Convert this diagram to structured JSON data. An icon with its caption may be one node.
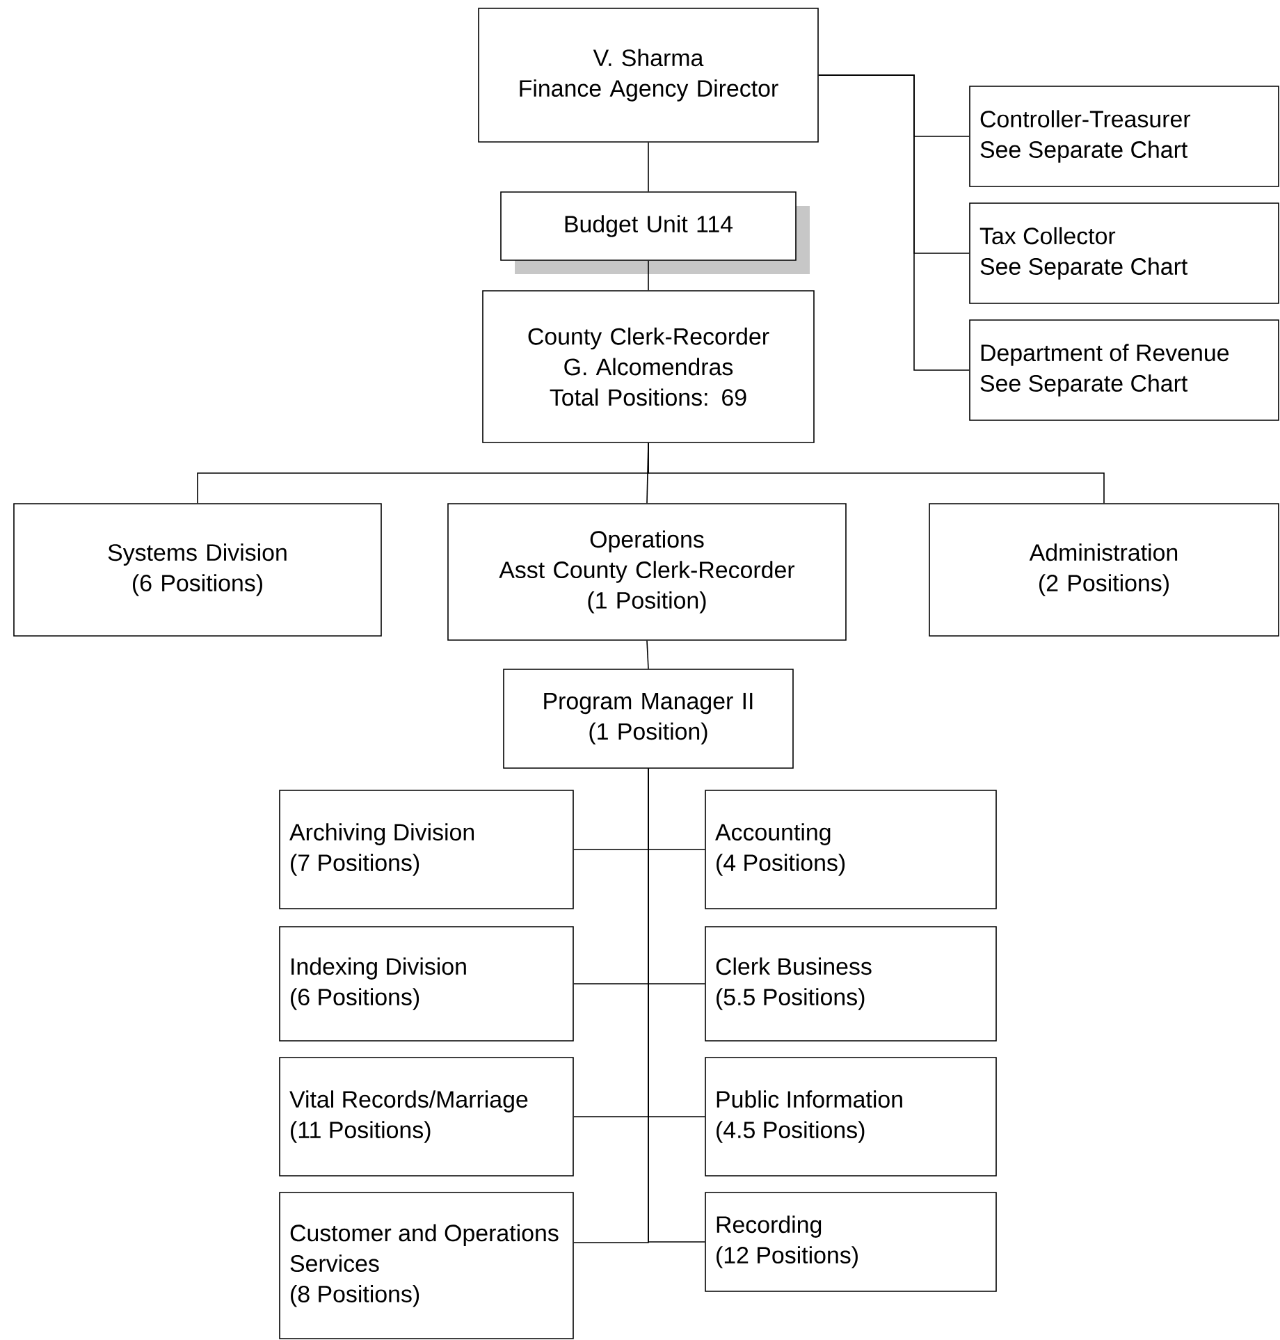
{
  "diagram": {
    "nodes": [
      {
        "text": [
          "V. Sharma",
          "Finance Agency Director"
        ]
      },
      {
        "text": [
          "Controller-Treasurer",
          "See Separate Chart"
        ]
      },
      {
        "text": [
          "Tax Collector",
          "See Separate Chart"
        ]
      },
      {
        "text": [
          "Department of Revenue",
          "See Separate Chart"
        ]
      },
      {
        "text": [
          "Budget Unit 114"
        ]
      },
      {
        "text": [
          "County Clerk-Recorder",
          "G. Alcomendras",
          "Total Positions: 69"
        ]
      },
      {
        "text": [
          "Systems Division",
          "(6 Positions)"
        ]
      },
      {
        "text": [
          "Operations",
          "Asst County Clerk-Recorder",
          "(1 Position)"
        ]
      },
      {
        "text": [
          "Administration",
          "(2 Positions)"
        ]
      },
      {
        "text": [
          "Program Manager II",
          "(1 Position)"
        ]
      },
      {
        "text": [
          "Archiving Division",
          "(7 Positions)"
        ]
      },
      {
        "text": [
          "Accounting",
          "(4 Positions)"
        ]
      },
      {
        "text": [
          "Indexing Division",
          "(6 Positions)"
        ]
      },
      {
        "text": [
          "Clerk Business",
          "(5.5 Positions)"
        ]
      },
      {
        "text": [
          "Vital Records/Marriage",
          "(11 Positions)"
        ]
      },
      {
        "text": [
          "Public Information",
          "(4.5 Positions)"
        ]
      },
      {
        "text": [
          "Customer and Operations Services",
          "(8 Positions)"
        ]
      },
      {
        "text": [
          "Recording",
          "(12 Positions)"
        ]
      }
    ],
    "edges": [
      {
        "from": 0,
        "to": 1,
        "arrow": "none"
      },
      {
        "from": 0,
        "to": 2,
        "arrow": "none"
      },
      {
        "from": 0,
        "to": 3,
        "arrow": "none"
      },
      {
        "from": 0,
        "to": 4,
        "arrow": "none"
      },
      {
        "from": 4,
        "to": 5,
        "arrow": "none"
      },
      {
        "from": 5,
        "to": 6,
        "arrow": "none"
      },
      {
        "from": 5,
        "to": 7,
        "arrow": "none"
      },
      {
        "from": 5,
        "to": 8,
        "arrow": "none"
      },
      {
        "from": 7,
        "to": 9,
        "arrow": "none"
      },
      {
        "from": 9,
        "to": 10,
        "arrow": "none"
      },
      {
        "from": 9,
        "to": 11,
        "arrow": "none"
      },
      {
        "from": 9,
        "to": 12,
        "arrow": "none"
      },
      {
        "from": 9,
        "to": 13,
        "arrow": "none"
      },
      {
        "from": 9,
        "to": 14,
        "arrow": "none"
      },
      {
        "from": 9,
        "to": 15,
        "arrow": "none"
      },
      {
        "from": 9,
        "to": 16,
        "arrow": "none"
      },
      {
        "from": 9,
        "to": 17,
        "arrow": "none"
      }
    ]
  }
}
